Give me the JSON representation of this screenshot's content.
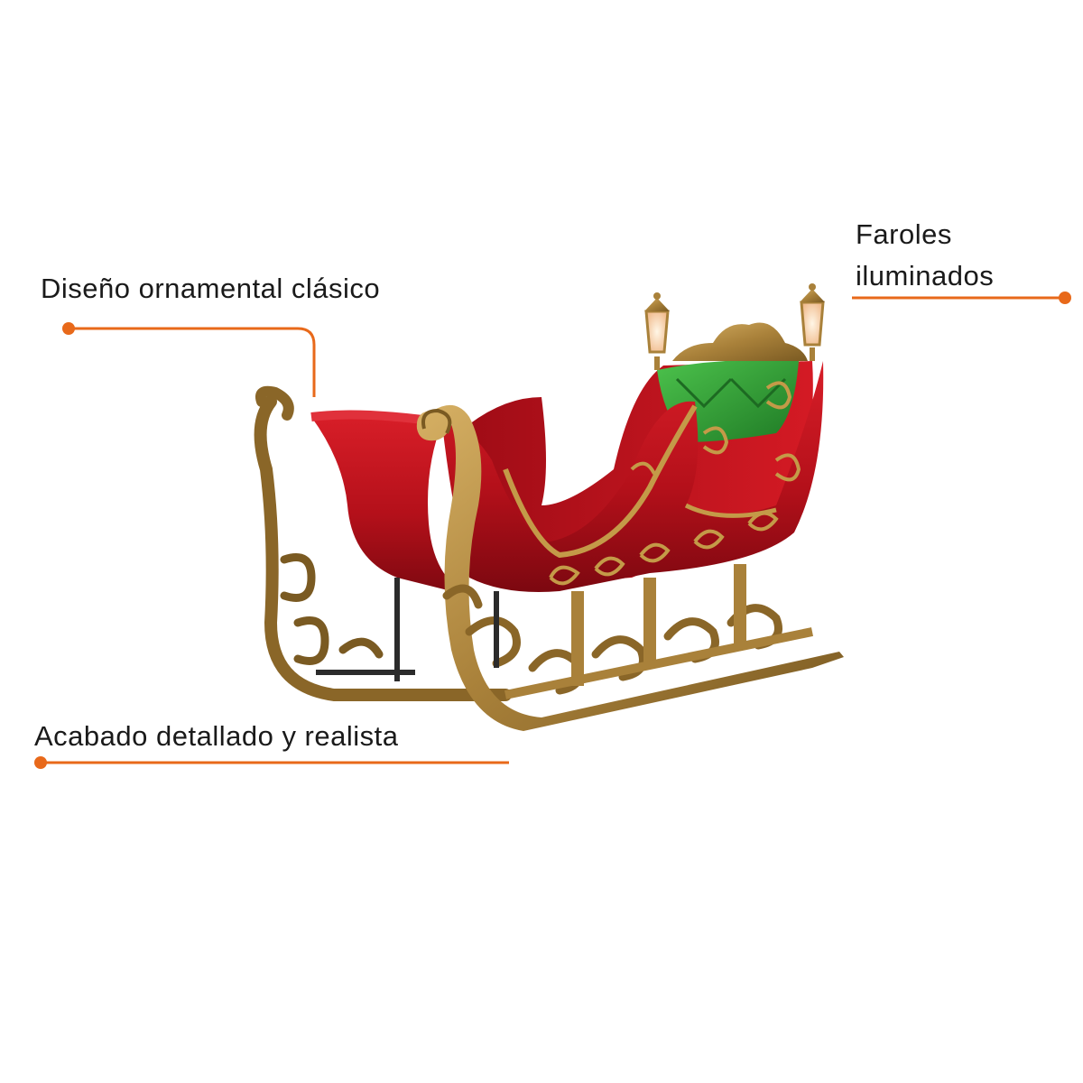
{
  "callouts": {
    "design": "Diseño ornamental clásico",
    "finish": "Acabado detallado y realista",
    "lanterns_line1": "Faroles",
    "lanterns_line2": "iluminados"
  },
  "colors": {
    "accent": "#e8691a",
    "text": "#1a1a1a",
    "sleigh_red": "#c0121c",
    "sleigh_gold": "#b38a3a",
    "seat_green": "#2faa3a",
    "background": "#ffffff"
  },
  "image": {
    "subject_icon": "christmas-sleigh-illustration"
  }
}
